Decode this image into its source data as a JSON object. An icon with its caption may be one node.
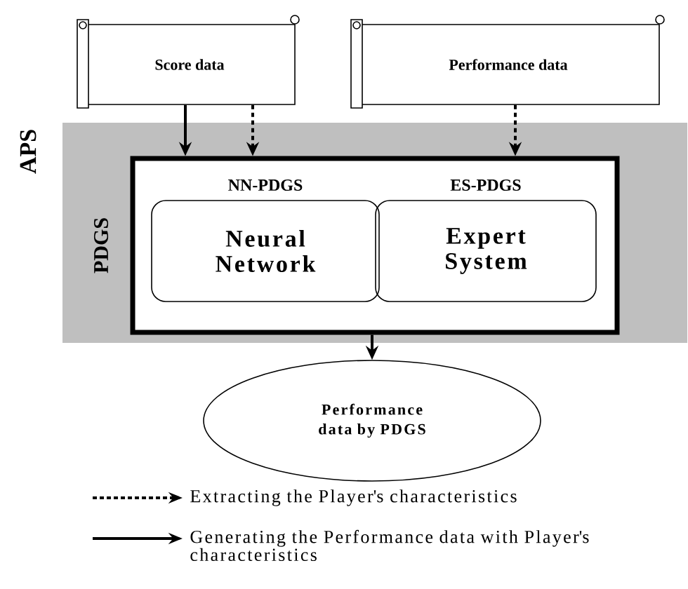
{
  "diagram": {
    "nodes": [
      {
        "text": [
          "Score data"
        ]
      },
      {
        "text": [
          "Performance data"
        ]
      },
      {
        "text": [
          "APS"
        ]
      },
      {
        "text": [
          "PDGS"
        ],
        "in": 2
      },
      {
        "text": [
          "NN-PDGS",
          "Neural Network"
        ],
        "in": 3
      },
      {
        "text": [
          "ES-PDGS",
          "Expert System"
        ],
        "in": 3
      },
      {
        "text": [
          "Performance data by PDGS"
        ]
      }
    ],
    "edges": [
      {
        "from": 0,
        "to": 3,
        "arrow": "to"
      },
      {
        "from": 0,
        "to": 3,
        "arrow": "to",
        "style": "dashed"
      },
      {
        "from": 1,
        "to": 3,
        "arrow": "to",
        "style": "dashed"
      },
      {
        "from": 3,
        "to": 6,
        "arrow": "to"
      }
    ],
    "legend": [
      {
        "text": "Extracting the Player's characteristics"
      },
      {
        "text": "Generating the Performance data with Player's characteristics"
      }
    ]
  }
}
